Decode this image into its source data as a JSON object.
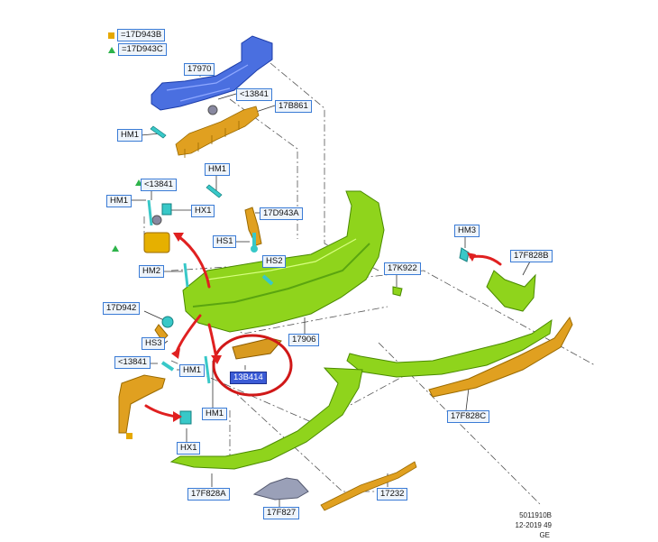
{
  "legend": {
    "square": "=17D943B",
    "triangle": "=17D943C",
    "square_color": "#e6a800",
    "triangle_color": "#2db34a"
  },
  "labels": {
    "l17970": "17970",
    "l13841_top": "<13841",
    "l17B861": "17B861",
    "lHM1_a": "HM1",
    "lHM1_b": "HM1",
    "l13841_mid": "<13841",
    "lHM1_c": "HM1",
    "lHX1_a": "HX1",
    "l17D943A": "17D943A",
    "lHS1": "HS1",
    "lHS2": "HS2",
    "lHM2": "HM2",
    "l17K922": "17K922",
    "lHM3": "HM3",
    "l17F828B": "17F828B",
    "l17D942": "17D942",
    "lHS3": "HS3",
    "l17906": "17906",
    "l13841_low": "<13841",
    "lHM1_d": "HM1",
    "l13B414": "13B414",
    "lHM1_e": "HM1",
    "lHX1_b": "HX1",
    "l17F828C": "17F828C",
    "l17F828A": "17F828A",
    "l17232": "17232",
    "l17F827": "17F827"
  },
  "footer": {
    "code": "5011910B",
    "date": "12-2019 49",
    "region": "GE"
  },
  "colors": {
    "bumper_green": "#8fd41c",
    "beam_blue": "#4a6fe0",
    "bracket_orange": "#e0a020",
    "clip_cyan": "#38c8c8",
    "arrow_red": "#e02020",
    "highlight_ellipse": "#d01818"
  }
}
